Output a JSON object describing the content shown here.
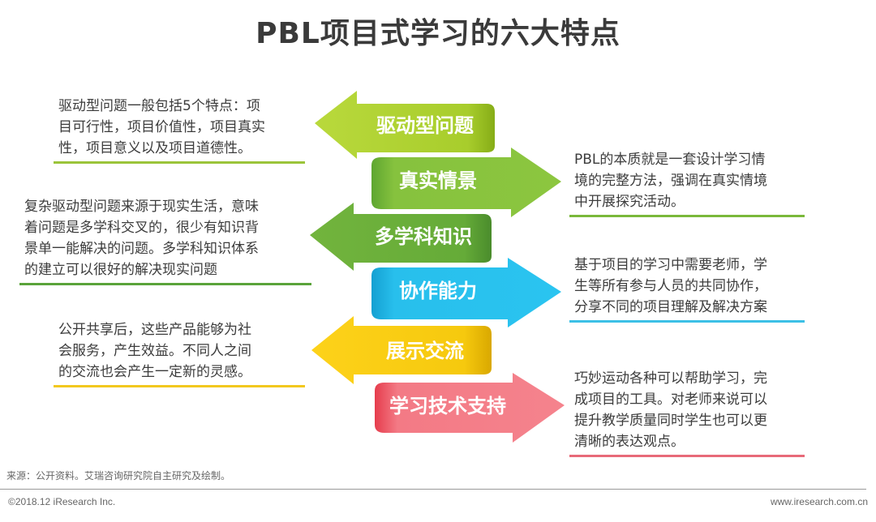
{
  "title": "PBL项目式学习的六大特点",
  "features": [
    {
      "label": "驱动型问题",
      "direction": "left",
      "color_light": "#b5d63a",
      "color_dark": "#93bd1f",
      "description": [
        "驱动型问题一般包括5个特点：项",
        "目可行性，项目价值性，项目真实",
        "性，项目意义以及项目道德性。"
      ],
      "underline_color": "#9bc43a"
    },
    {
      "label": "真实情景",
      "direction": "right",
      "color_light": "#8cc63f",
      "color_dark": "#6aaa2a",
      "description": [
        "PBL的本质就是一套设计学习情",
        "境的完整方法，强调在真实情境",
        "中开展探究活动。"
      ],
      "underline_color": "#7ab83a"
    },
    {
      "label": "多学科知识",
      "direction": "left",
      "color_light": "#6fb33c",
      "color_dark": "#4f9330",
      "description": [
        "复杂驱动型问题来源于现实生活，意味",
        "着问题是多学科交叉的，很少有知识背",
        "景单一能解决的问题。多学科知识体系",
        "的建立可以很好的解决现实问题"
      ],
      "underline_color": "#5aa33a"
    },
    {
      "label": "协作能力",
      "direction": "right",
      "color_light": "#29c2ee",
      "color_dark": "#1aa7d6",
      "description": [
        "基于项目的学习中需要老师，学",
        "生等所有参与人员的共同协作，",
        "分享不同的项目理解及解决方案"
      ],
      "underline_color": "#3cc0e6"
    },
    {
      "label": "展示交流",
      "direction": "left",
      "color_light": "#fcd017",
      "color_dark": "#e6b400",
      "description": [
        "公开共享后，这些产品能够为社",
        "会服务，产生效益。不同人之间",
        "的交流也会产生一定新的灵感。"
      ],
      "underline_color": "#f2c81e"
    },
    {
      "label": "学习技术支持",
      "direction": "right",
      "color_light": "#f47c87",
      "color_dark": "#e8505e",
      "description": [
        "巧妙运动各种可以帮助学习，完",
        "成项目的工具。对老师来说可以",
        "提升教学质量同时学生也可以更",
        "清晰的表达观点。"
      ],
      "underline_color": "#e86a78"
    }
  ],
  "footer": {
    "source": "来源：公开资料。艾瑞咨询研究院自主研究及绘制。",
    "copyright": "©2018.12 iResearch Inc.",
    "website": "www.iresearch.com.cn"
  }
}
